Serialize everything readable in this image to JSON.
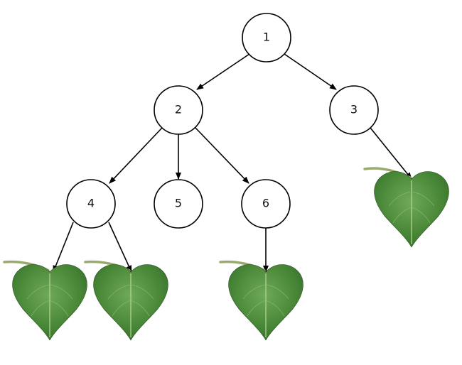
{
  "diagram": {
    "nodes": [
      {
        "id": "1",
        "label": "1"
      },
      {
        "id": "2",
        "label": "2"
      },
      {
        "id": "3",
        "label": "3"
      },
      {
        "id": "4",
        "label": "4"
      },
      {
        "id": "5",
        "label": "5"
      },
      {
        "id": "6",
        "label": "6"
      }
    ],
    "edges": [
      {
        "from": "1",
        "to": "2"
      },
      {
        "from": "1",
        "to": "3"
      },
      {
        "from": "2",
        "to": "4"
      },
      {
        "from": "2",
        "to": "5"
      },
      {
        "from": "2",
        "to": "6"
      },
      {
        "from": "3",
        "to": "leaf-3"
      },
      {
        "from": "4",
        "to": "leaf-4a"
      },
      {
        "from": "4",
        "to": "leaf-4b"
      },
      {
        "from": "6",
        "to": "leaf-6"
      }
    ],
    "leaves": [
      {
        "id": "leaf-3",
        "icon": "leaf-icon"
      },
      {
        "id": "leaf-4a",
        "icon": "leaf-icon"
      },
      {
        "id": "leaf-4b",
        "icon": "leaf-icon"
      },
      {
        "id": "leaf-6",
        "icon": "leaf-icon"
      }
    ],
    "colors": {
      "edge": "#000000",
      "node_fill": "#ffffff",
      "node_stroke": "#000000",
      "leaf_dark": "#2f6b25",
      "leaf_mid": "#4c8a3a",
      "leaf_light": "#6fa95a",
      "leaf_stem": "#9aa96d"
    }
  }
}
